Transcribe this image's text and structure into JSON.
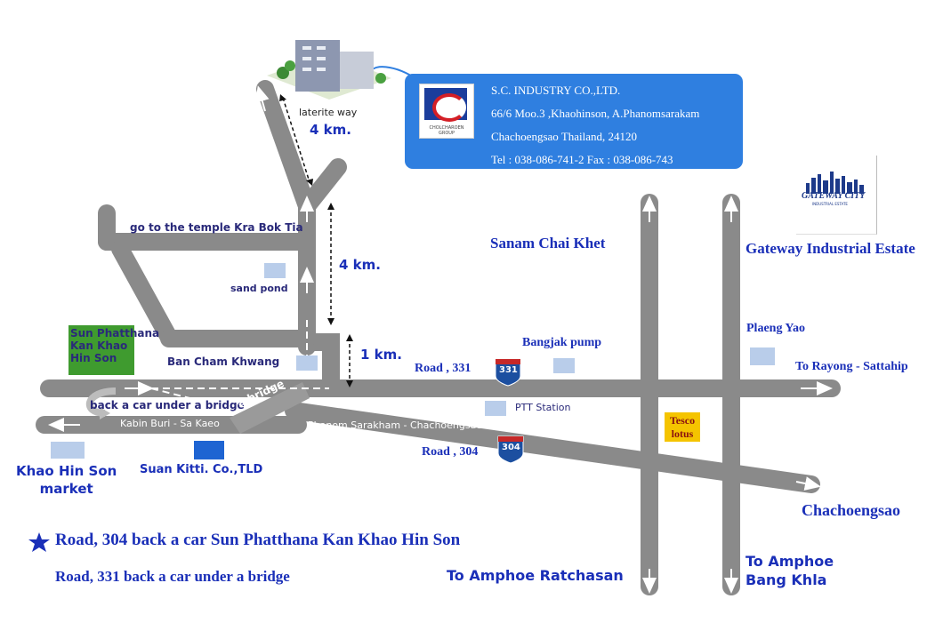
{
  "company": {
    "name": "S.C. INDUSTRY CO.,LTD.",
    "address1": "66/6 Moo.3 ,Khaohinson, A.Phanomsarakam",
    "address2": "Chachoengsao Thailand, 24120",
    "phone": "Tel : 038-086-741-2 Fax : 038-086-743",
    "logo_caption": "CHOLCHAROEN GROUP"
  },
  "gateway_logo": {
    "name": "GATEWAY CITY",
    "subtitle": "INDUSTRIAL ESTATE"
  },
  "labels": {
    "laterite_way": "laterite way",
    "dist_top": "4 km.",
    "dist_mid": "4 km.",
    "dist_short": "1 km.",
    "temple": "go to the temple Kra Bok Tia",
    "sand_pond": "sand pond",
    "sun_phatthana": [
      "Sun Phatthana",
      "Kan Khao",
      "Hin Son"
    ],
    "ban_cham_khwang": "Ban Cham Khwang",
    "back_car_bridge": "back a car under a bridge",
    "a_bridge": "a bridge",
    "kabin_buri": "Kabin Buri - Sa Kaeo",
    "phanom_sarakham": "Phanom Sarakham - Chachoengsao",
    "khao_hin_son_market": [
      "Khao Hin Son",
      "market"
    ],
    "suan_kitti": "Suan Kitti. Co.,TLD",
    "sanam_chai_khet": "Sanam Chai Khet",
    "gateway_estate": "Gateway Industrial Estate",
    "bangjak_pump": "Bangjak pump",
    "road_331": "Road , 331",
    "road_304": "Road , 304",
    "ptt_station": "PTT Station",
    "plaeng_yao": "Plaeng Yao",
    "to_rayong": "To Rayong - Sattahip",
    "tesco": [
      "Tesco",
      "lotus"
    ],
    "chachoengsao": "Chachoengsao",
    "to_ratchasan": "To Amphoe Ratchasan",
    "to_bang_khla": [
      "To Amphoe",
      "Bang Khla"
    ]
  },
  "shields": {
    "s331": "331",
    "s304": "304"
  },
  "notes": {
    "star_note": "Road, 304 back a car Sun Phatthana Kan Khao Hin Son",
    "note2": "Road, 331 back a car under a bridge"
  },
  "colors": {
    "road": "#8a8a8a",
    "card": "#2f7fe0",
    "label_blue": "#1a2fb8",
    "marker": "#b9cdea",
    "green_area": "#3f9b2f",
    "tesco": "#f5c400",
    "shield_red": "#c62828",
    "shield_blue": "#1c4fa0"
  }
}
